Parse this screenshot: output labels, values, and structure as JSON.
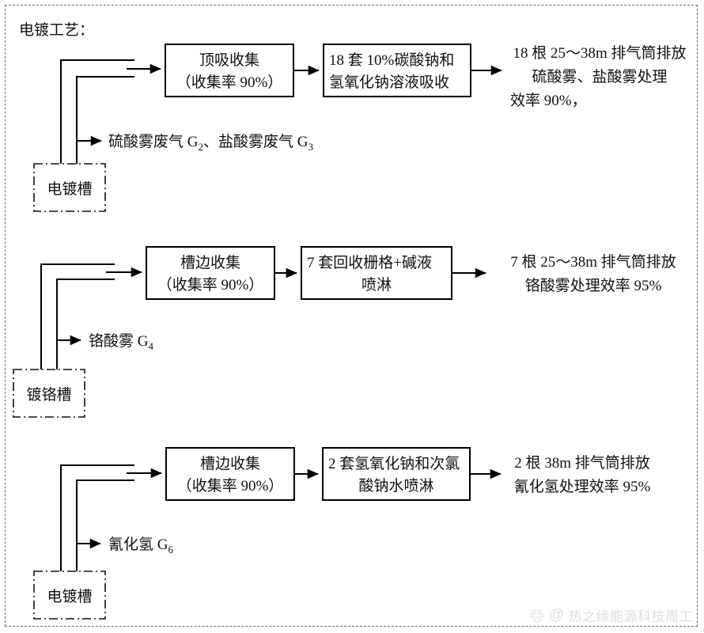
{
  "title": "电镀工艺：",
  "rows": [
    {
      "id": "row-sulfuric-hydrochloric",
      "tank": "电镀槽",
      "branch_label": "硫酸雾废气 G₂、盐酸雾废气 G₃",
      "branch_label_parts": [
        {
          "text": "硫酸雾废气 G",
          "sub": "2"
        },
        {
          "text": "、盐酸雾废气 G",
          "sub": "3"
        }
      ],
      "collect_box": {
        "line1": "顶吸收集",
        "line2": "（收集率 90%）"
      },
      "treat_box": {
        "line1": "18 套 10%碳酸钠和",
        "line2": "氢氧化钠溶液吸收"
      },
      "outcome": [
        "18 根 25～38m 排气筒排放",
        "硫酸雾、盐酸雾处理",
        "效率 90%，"
      ]
    },
    {
      "id": "row-chromic",
      "tank": "镀铬槽",
      "branch_label": "铬酸雾 G₄",
      "branch_label_parts": [
        {
          "text": "铬酸雾 G",
          "sub": "4"
        }
      ],
      "collect_box": {
        "line1": "槽边收集",
        "line2": "（收集率 90%）"
      },
      "treat_box": {
        "line1": "7 套回收栅格+碱液",
        "line2": "喷淋"
      },
      "outcome": [
        "7 根 25～38m 排气筒排放",
        "铬酸雾处理效率 95%"
      ]
    },
    {
      "id": "row-cyanide",
      "tank": "电镀槽",
      "branch_label": "氰化氢 G₆",
      "branch_label_parts": [
        {
          "text": "氰化氢 G",
          "sub": "6"
        }
      ],
      "collect_box": {
        "line1": "槽边收集",
        "line2": "（收集率 90%）"
      },
      "treat_box": {
        "line1": "2 套氢氧化钠和次氯",
        "line2": "酸钠水喷淋"
      },
      "outcome": [
        "2 根 38m 排气筒排放",
        "氰化氢处理效率 95%"
      ]
    }
  ],
  "watermark": {
    "at": "@",
    "text": "热之缘能源科技周工"
  },
  "colors": {
    "ink": "#000000",
    "frame": "#6f6f6f",
    "watermark": "#9aa3ad",
    "background": "#ffffff"
  }
}
